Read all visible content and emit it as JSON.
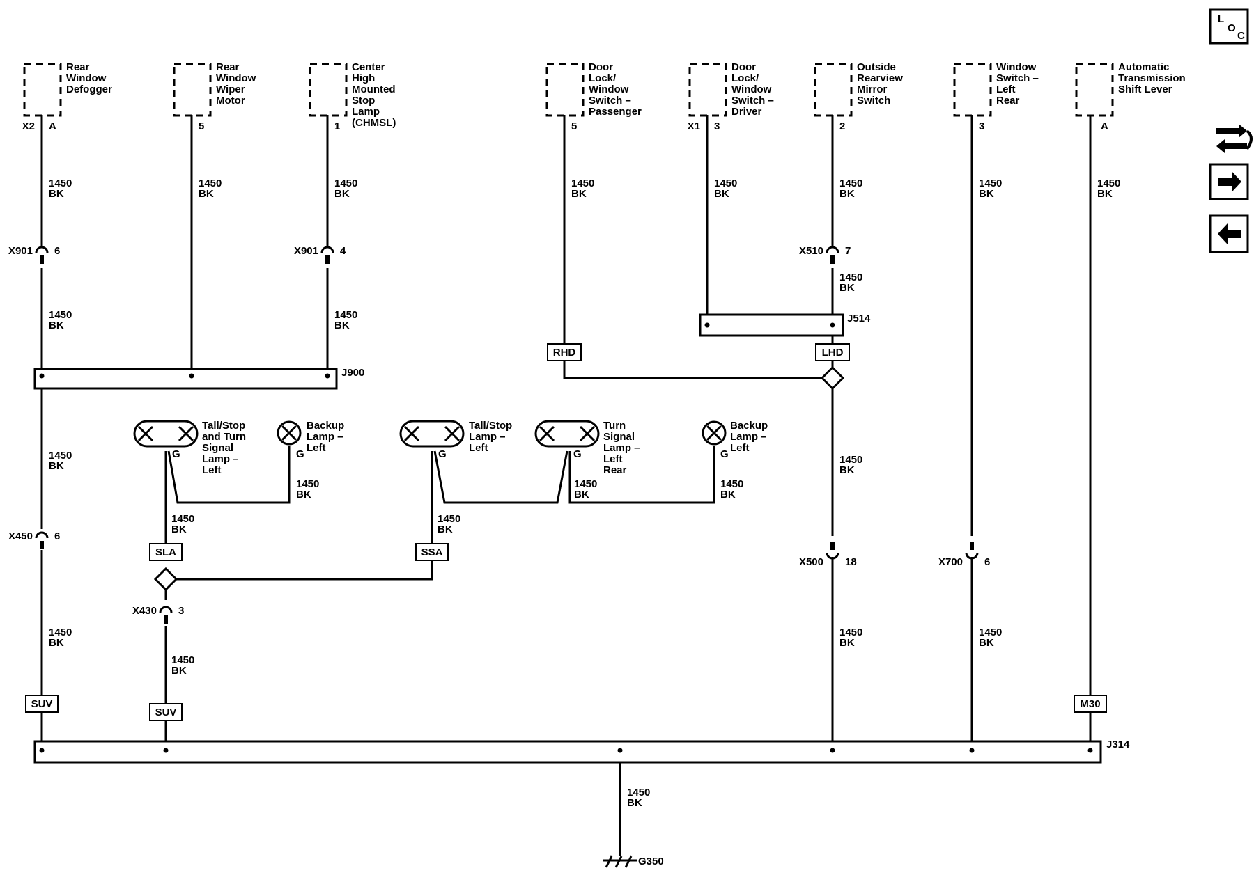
{
  "components": [
    {
      "id": "rear-window-defogger",
      "lines": [
        "Rear",
        "Window",
        "Defogger"
      ],
      "connector": "X2",
      "pin": "A"
    },
    {
      "id": "rear-window-wiper-motor",
      "lines": [
        "Rear",
        "Window",
        "Wiper",
        "Motor"
      ],
      "connector": "",
      "pin": "5"
    },
    {
      "id": "chmsl",
      "lines": [
        "Center",
        "High",
        "Mounted",
        "Stop",
        "Lamp",
        "(CHMSL)"
      ],
      "connector": "",
      "pin": "1"
    },
    {
      "id": "door-lock-window-switch-passenger",
      "lines": [
        "Door",
        "Lock/",
        "Window",
        "Switch –",
        "Passenger"
      ],
      "connector": "",
      "pin": "5"
    },
    {
      "id": "door-lock-window-switch-driver",
      "lines": [
        "Door",
        "Lock/",
        "Window",
        "Switch –",
        "Driver"
      ],
      "connector": "X1",
      "pin": "3"
    },
    {
      "id": "outside-rearview-mirror-switch",
      "lines": [
        "Outside",
        "Rearview",
        "Mirror",
        "Switch"
      ],
      "connector": "",
      "pin": "2"
    },
    {
      "id": "window-switch-left-rear",
      "lines": [
        "Window",
        "Switch –",
        "Left",
        "Rear"
      ],
      "connector": "",
      "pin": "3"
    },
    {
      "id": "automatic-transmission-shift-lever",
      "lines": [
        "Automatic",
        "Transmission",
        "Shift Lever"
      ],
      "connector": "",
      "pin": "A"
    }
  ],
  "lamps": [
    {
      "id": "tail-stop-turn-left",
      "lines": [
        "Tall/Stop",
        "and Turn",
        "Signal",
        "Lamp –",
        "Left"
      ],
      "pin": "G"
    },
    {
      "id": "backup-lamp-left-1",
      "lines": [
        "Backup",
        "Lamp –",
        "Left"
      ],
      "pin": "G"
    },
    {
      "id": "tail-stop-lamp-left",
      "lines": [
        "Tall/Stop",
        "Lamp –",
        "Left"
      ],
      "pin": "G"
    },
    {
      "id": "turn-signal-lamp-left-rear",
      "lines": [
        "Turn",
        "Signal",
        "Lamp –",
        "Left",
        "Rear"
      ],
      "pin": "G"
    },
    {
      "id": "backup-lamp-left-2",
      "lines": [
        "Backup",
        "Lamp –",
        "Left"
      ],
      "pin": "G"
    }
  ],
  "wire": {
    "size": "1450",
    "color": "BK"
  },
  "inline_connectors": [
    {
      "id": "x901-a",
      "name": "X901",
      "pin": "6"
    },
    {
      "id": "x901-b",
      "name": "X901",
      "pin": "4"
    },
    {
      "id": "x510",
      "name": "X510",
      "pin": "7"
    },
    {
      "id": "x450",
      "name": "X450",
      "pin": "6"
    },
    {
      "id": "x430",
      "name": "X430",
      "pin": "3"
    },
    {
      "id": "x500",
      "name": "X500",
      "pin": "18"
    },
    {
      "id": "x700",
      "name": "X700",
      "pin": "6"
    }
  ],
  "splices": {
    "j900": "J900",
    "j514": "J514",
    "j314": "J314"
  },
  "option_tags": {
    "rhd": "RHD",
    "lhd": "LHD",
    "sla": "SLA",
    "ssa": "SSA",
    "suv1": "SUV",
    "suv2": "SUV",
    "m30": "M30"
  },
  "ground": "G350",
  "loc_icon": {
    "l": "L",
    "o": "O",
    "c": "C"
  }
}
